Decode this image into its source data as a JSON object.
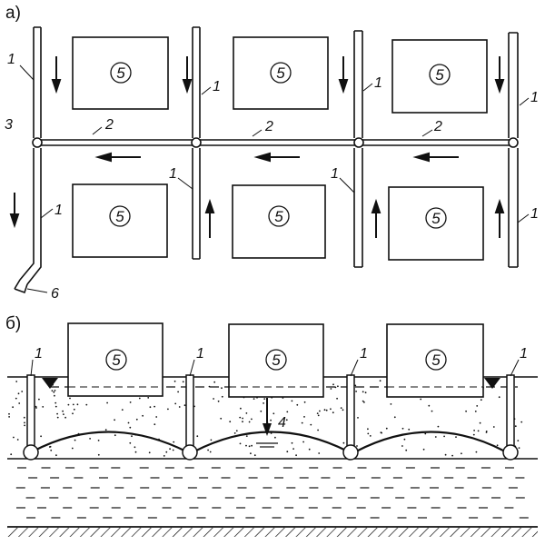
{
  "section_labels": {
    "plan": "а)",
    "section": "б)"
  },
  "numbers": {
    "drain": "1",
    "collector": "2",
    "junction": "3",
    "seepage": "4",
    "building": "5",
    "outlet": "6"
  },
  "colors": {
    "ink": "#111111",
    "paper": "#ffffff"
  }
}
